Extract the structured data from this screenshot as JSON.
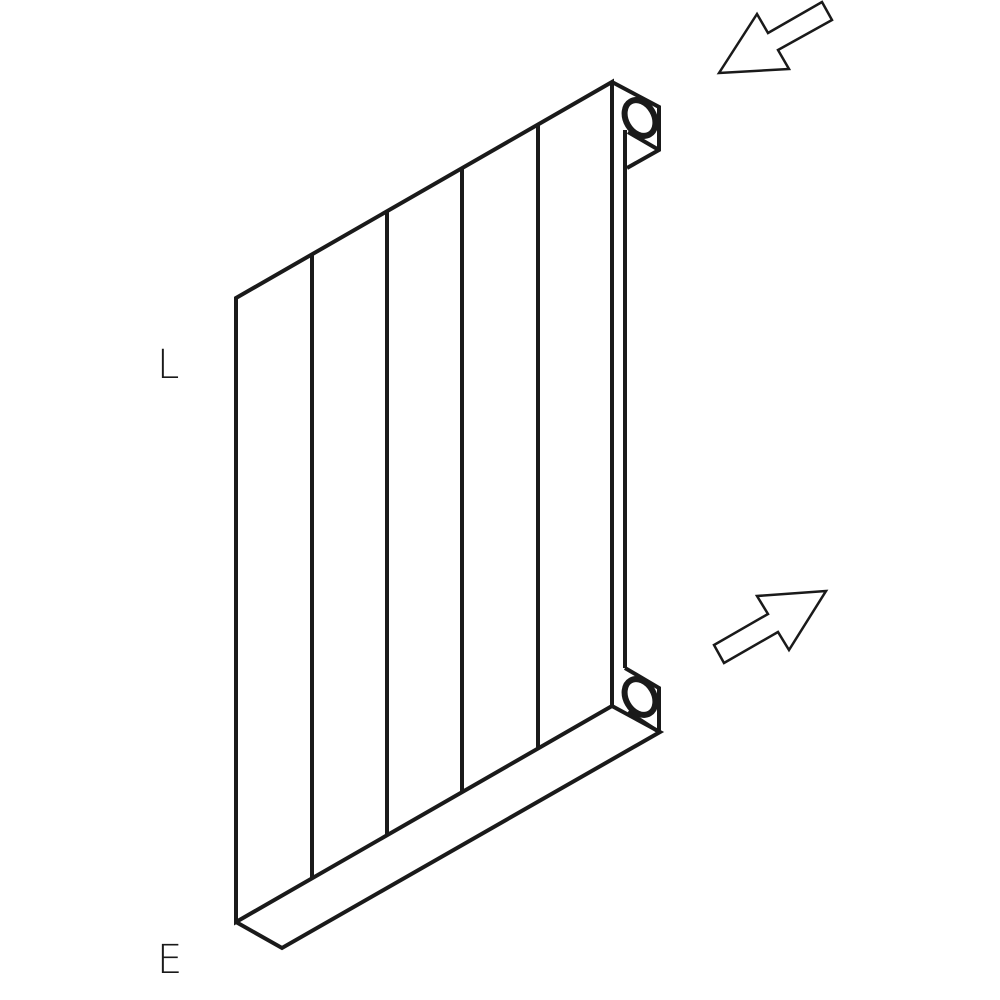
{
  "labels": {
    "top": "L",
    "bottom": "E"
  },
  "colors": {
    "stroke": "#1a1a1a",
    "background": "#ffffff"
  },
  "diagram": {
    "subject": "radiator-panel",
    "panel_sections": 5,
    "arrows": [
      "inflow-arrow",
      "outflow-arrow"
    ]
  }
}
